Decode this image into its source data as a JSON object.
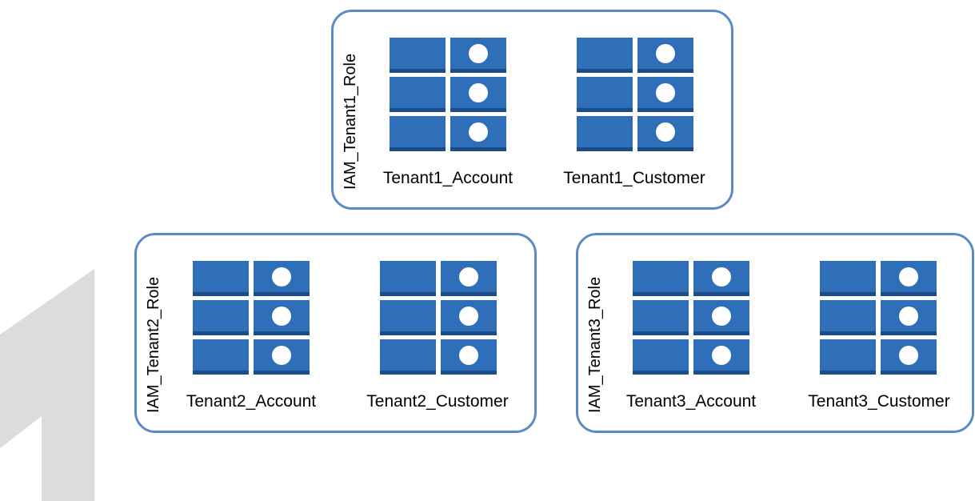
{
  "colors": {
    "border": "#5b8bc5",
    "cell": "#2f6eb8",
    "cell_shadow": "#1b4d89",
    "watermark": "#d9d9d9"
  },
  "icon": "table-grid-icon",
  "groups": [
    {
      "role": "IAM_Tenant1_Role",
      "tables": [
        "Tenant1_Account",
        "Tenant1_Customer"
      ]
    },
    {
      "role": "IAM_Tenant2_Role",
      "tables": [
        "Tenant2_Account",
        "Tenant2_Customer"
      ]
    },
    {
      "role": "IAM_Tenant3_Role",
      "tables": [
        "Tenant3_Account",
        "Tenant3_Customer"
      ]
    }
  ]
}
